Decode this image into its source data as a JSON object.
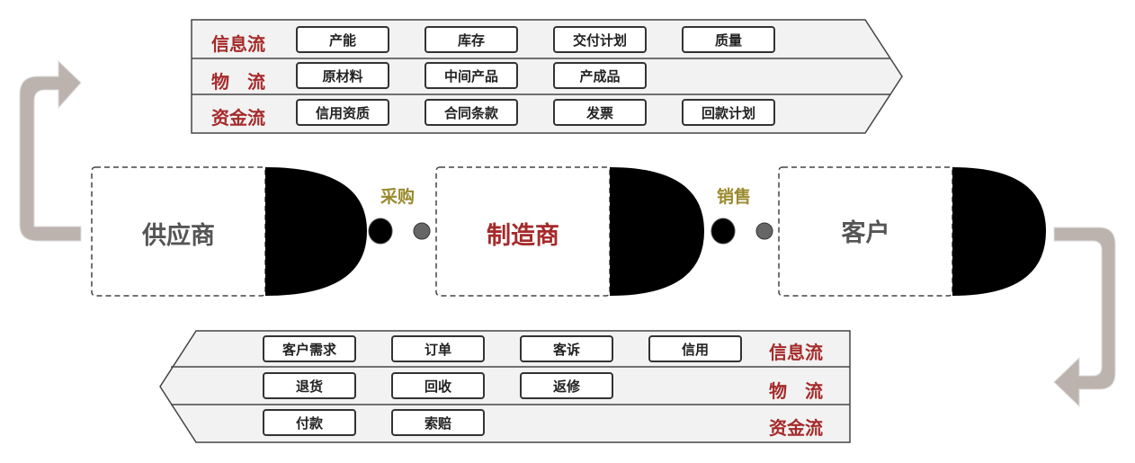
{
  "top_panel": {
    "rows": [
      {
        "label": "信息流",
        "items": [
          "产能",
          "库存",
          "交付计划",
          "质量"
        ]
      },
      {
        "label": "物　流",
        "items": [
          "原材料",
          "中间产品",
          "产成品"
        ]
      },
      {
        "label": "资金流",
        "items": [
          "信用资质",
          "合同条款",
          "发票",
          "回款计划"
        ]
      }
    ]
  },
  "bottom_panel": {
    "rows": [
      {
        "label": "信息流",
        "items": [
          "客户需求",
          "订单",
          "客诉",
          "信用"
        ]
      },
      {
        "label": "物　流",
        "items": [
          "退货",
          "回收",
          "返修"
        ]
      },
      {
        "label": "资金流",
        "items": [
          "付款",
          "索赔"
        ]
      }
    ]
  },
  "entities": {
    "supplier": "供应商",
    "manufacturer": "制造商",
    "customer": "客户"
  },
  "actions": {
    "purchase": "采购",
    "sales": "销售"
  },
  "colors": {
    "label_red": "#a52a2a",
    "action_gold": "#9a8a2e",
    "arrow_gray": "#bdb3ae",
    "panel_bg": "#f2f2f2"
  }
}
